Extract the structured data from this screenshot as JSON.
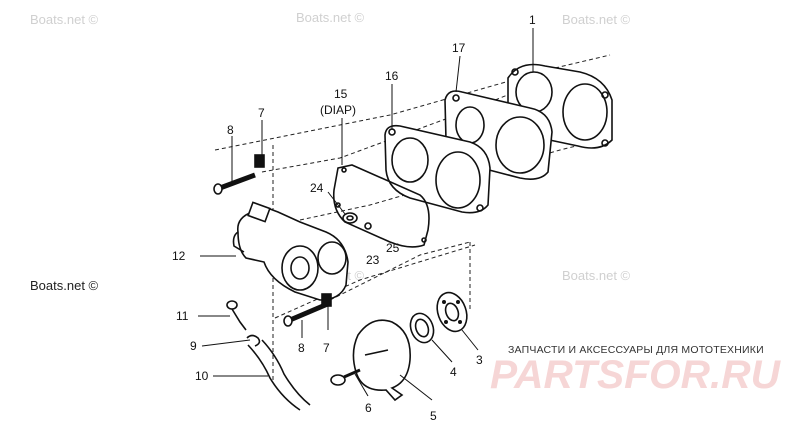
{
  "callouts": {
    "c1": "1",
    "c17": "17",
    "c16": "16",
    "c15": "15",
    "c15b": "(DIAP)",
    "c8a": "8",
    "c7a": "7",
    "c24": "24",
    "c23": "23",
    "c25": "25",
    "c12": "12",
    "c11": "11",
    "c9": "9",
    "c10": "10",
    "c8b": "8",
    "c7b": "7",
    "c6": "6",
    "c5": "5",
    "c4": "4",
    "c3": "3"
  },
  "watermarks": {
    "boats_1": "Boats.net ©",
    "boats_2": "Boats.net ©",
    "boats_3": "Boats.net ©",
    "boats_4": "Boats.net ©",
    "boats_5": "Boats.net ©",
    "boats_left": "Boats.net ©"
  },
  "shop": {
    "tagline": "ЗАПЧАСТИ И АКСЕССУАРЫ ДЛЯ МОТОТЕХНИКИ",
    "brand": "PARTSFOR.RU"
  },
  "colors": {
    "brand": "#f4c8c8",
    "ink": "#111111"
  }
}
